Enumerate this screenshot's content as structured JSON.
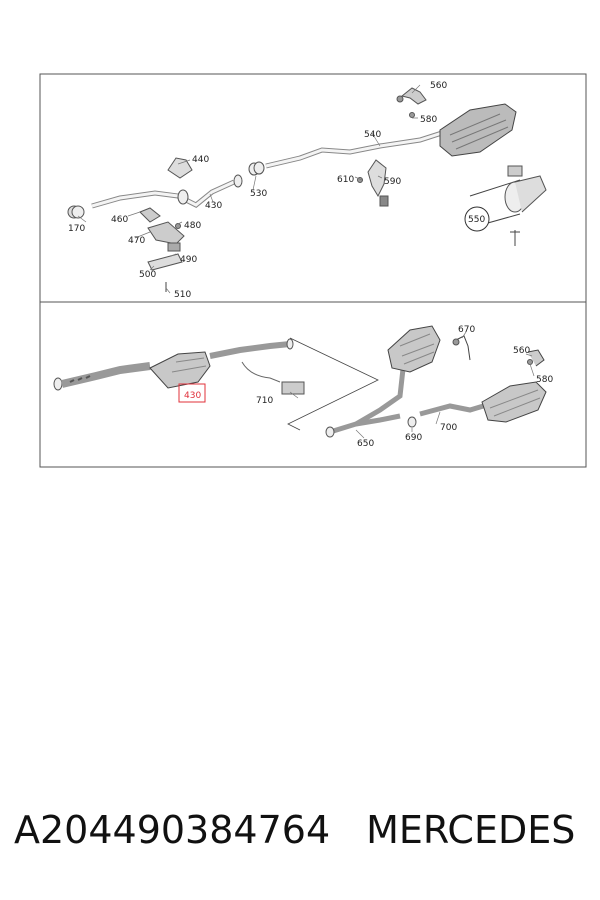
{
  "diagram": {
    "top_panel": {
      "callouts": [
        "560",
        "580",
        "540",
        "440",
        "530",
        "610",
        "590",
        "550",
        "170",
        "460",
        "430",
        "470",
        "480",
        "490",
        "500",
        "510"
      ]
    },
    "bottom_panel": {
      "callouts": [
        "670",
        "560",
        "580",
        "710",
        "650",
        "690",
        "700"
      ],
      "highlighted_callout": "430"
    },
    "highlight_color": "#e0303a"
  },
  "caption": {
    "part_number": "A204490384764",
    "brand": "MERCEDES"
  }
}
